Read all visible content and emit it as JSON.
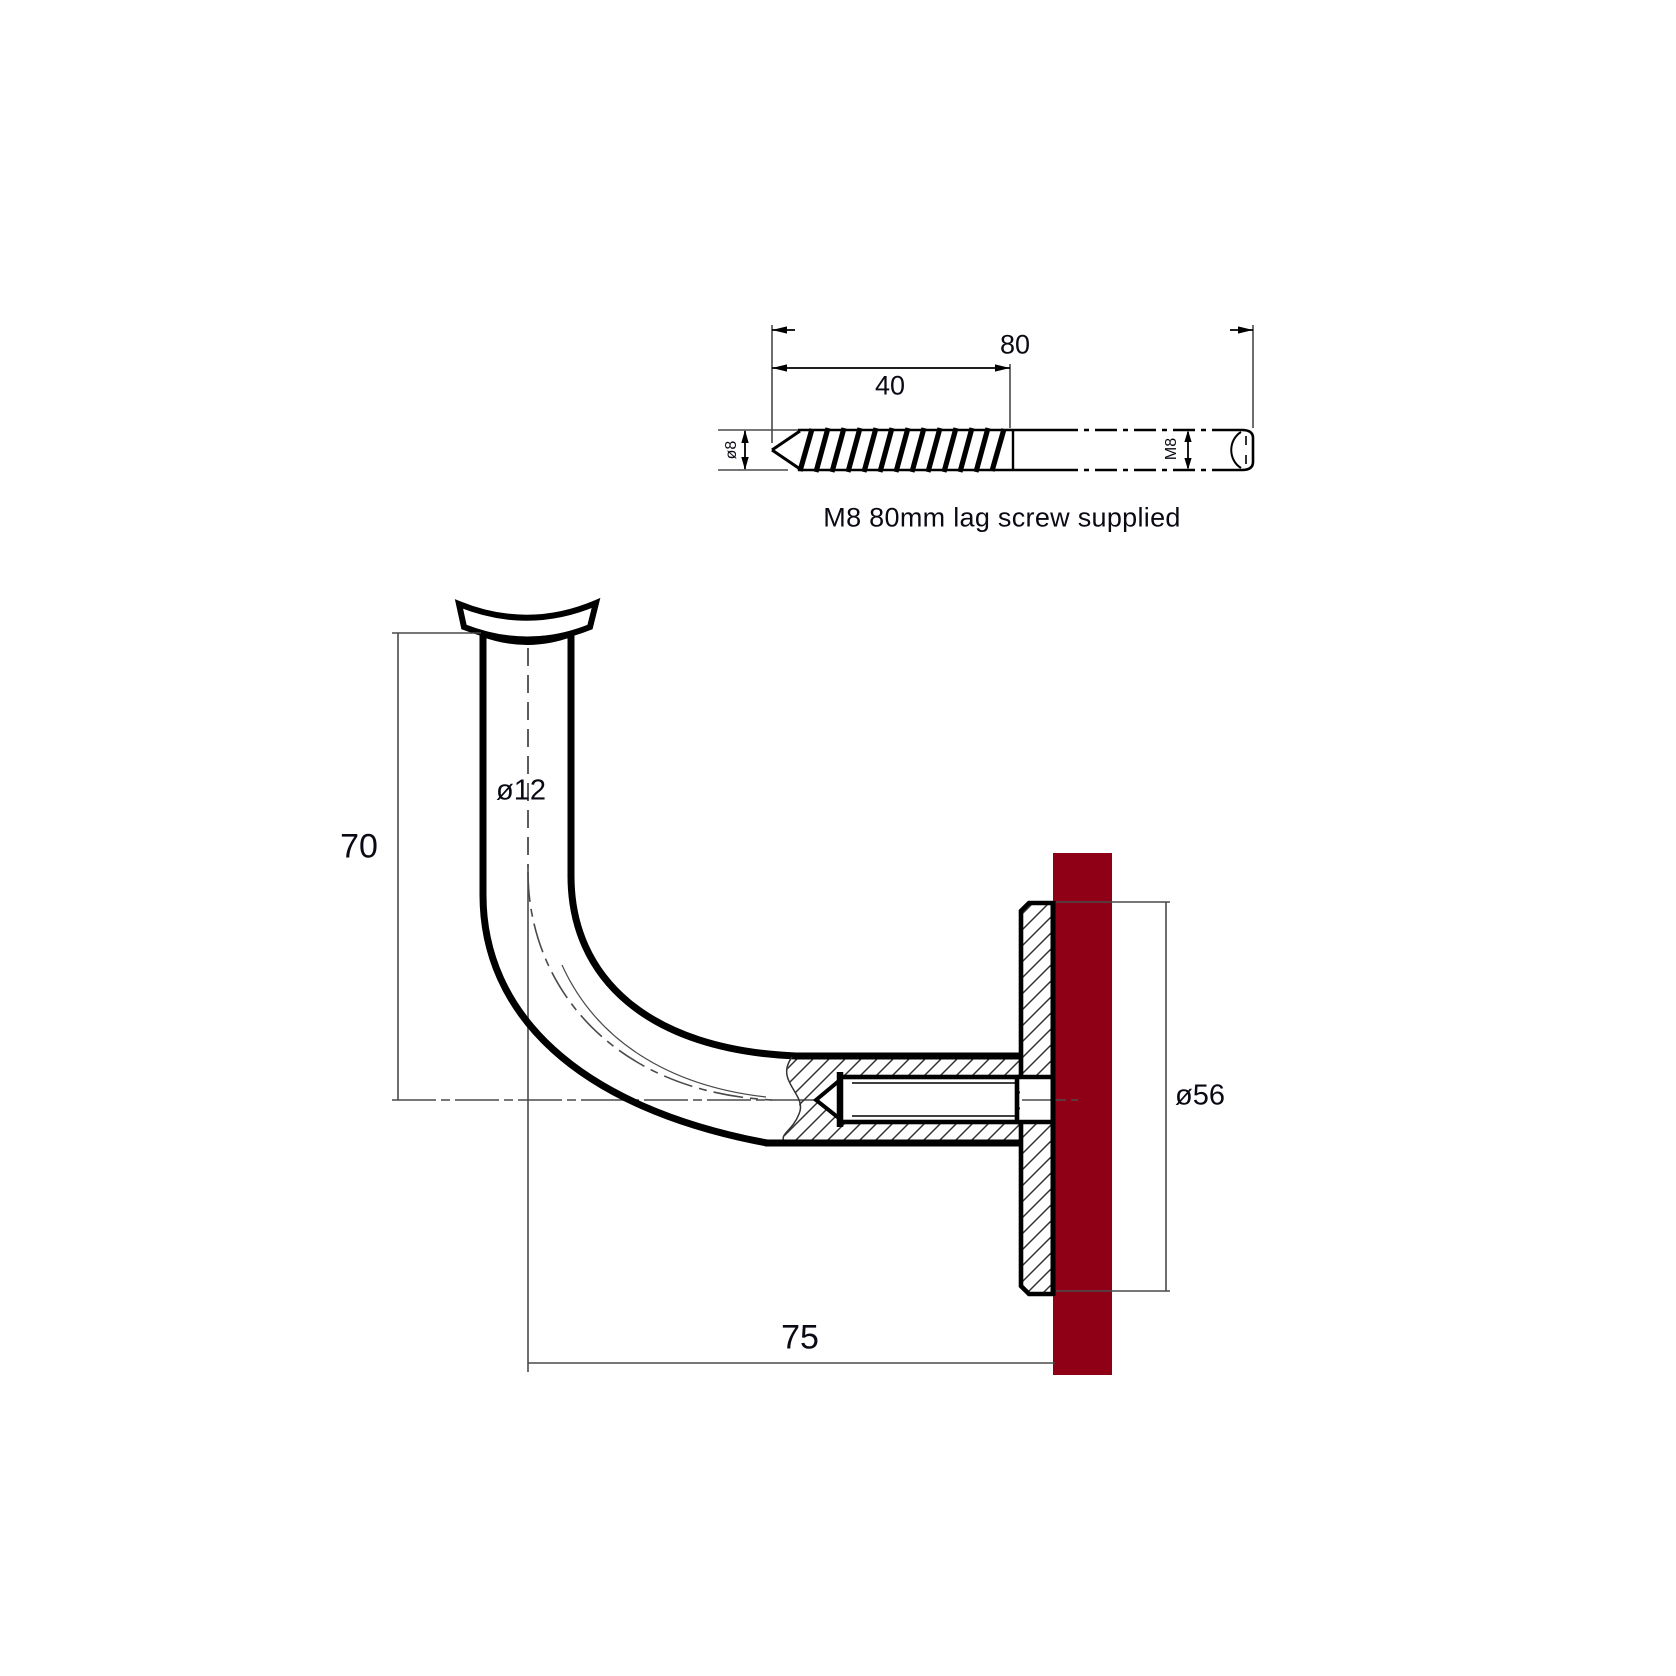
{
  "screw_view": {
    "length_dim": "80",
    "thread_length_dim": "40",
    "shank_dia_label": "ø8",
    "thread_size_label": "M8",
    "caption": "M8 80mm lag screw supplied"
  },
  "bracket_view": {
    "height_dim": "70",
    "projection_dim": "75",
    "tube_dia_label": "ø12",
    "base_dia_label": "ø56"
  },
  "colors": {
    "wall": "#8f0017",
    "line": "#000000",
    "thin_line": "#4a4a4a"
  }
}
